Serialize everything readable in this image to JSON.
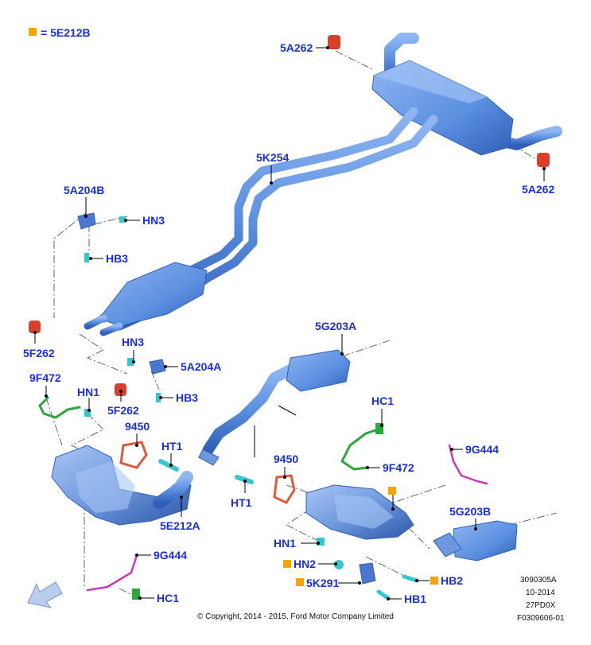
{
  "legend": {
    "marker_color": "#f5a400",
    "text": "= 5E212B"
  },
  "labels": {
    "a5A262_top": "5A262",
    "a5A262_right": "5A262",
    "a5K254": "5K254",
    "a5A204B": "5A204B",
    "hn3_top": "HN3",
    "hb3_top": "HB3",
    "a5F262_left": "5F262",
    "hn3_mid": "HN3",
    "a5A204A": "5A204A",
    "hb3_mid": "HB3",
    "a5F262_mid": "5F262",
    "a9F472_left": "9F472",
    "hn1_top": "HN1",
    "a5G203A": "5G203A",
    "a9450_left": "9450",
    "ht1_right": "HT1",
    "hc1_right": "HC1",
    "a9F472_right": "9F472",
    "a9G444_right": "9G444",
    "a9450_mid": "9450",
    "ht1_mid": "HT1",
    "a5E212A": "5E212A",
    "a5G203B": "5G203B",
    "hn1_bottom": "HN1",
    "hn2": "HN2",
    "hb2": "HB2",
    "a5K291": "5K291",
    "hb1": "HB1",
    "a9G444_bottom": "9G444",
    "hc1_bottom": "HC1"
  },
  "footer": {
    "copyright": "© Copyright, 2014 - 2015, Ford Motor Company Limited",
    "code1": "3090305A",
    "code2": "10-2014",
    "code3": "27PD0X",
    "code4": "F0309606-01"
  },
  "colors": {
    "label_blue": "#1a2fd6",
    "pipe_blue": "#5b8fe0",
    "pipe_dark": "#3a6cc4",
    "hanger_red": "#d8402a",
    "gasket_red": "#e05a3a",
    "clip_cyan": "#33c8d0",
    "sensor_green": "#2aa83a",
    "sensor_magenta": "#c83ab8"
  },
  "icons": [
    "direction-arrow-icon",
    "rubber-hanger-icon",
    "gasket-icon",
    "oxygen-sensor-icon",
    "clip-icon",
    "bolt-icon"
  ]
}
